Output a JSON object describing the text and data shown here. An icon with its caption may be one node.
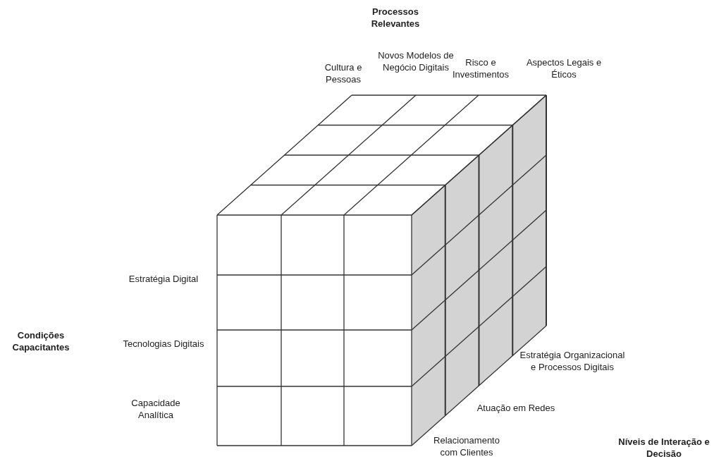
{
  "diagram": {
    "labels": [
      "Processos Relevantes",
      "Cultura e Pessoas",
      "Novos Modelos de Negócio Digitais",
      "Risco e Investimentos",
      "Aspectos Legais e Éticos",
      "Estratégia Digital",
      "Condições Capacitantes",
      "Tecnologias Digitais",
      "Estratégia Organizacional e Processos Digitais",
      "Capacidade Analítica",
      "Atuação em Redes",
      "Níveis de Interação e Decisão",
      "Relacionamento com Clientes"
    ]
  }
}
